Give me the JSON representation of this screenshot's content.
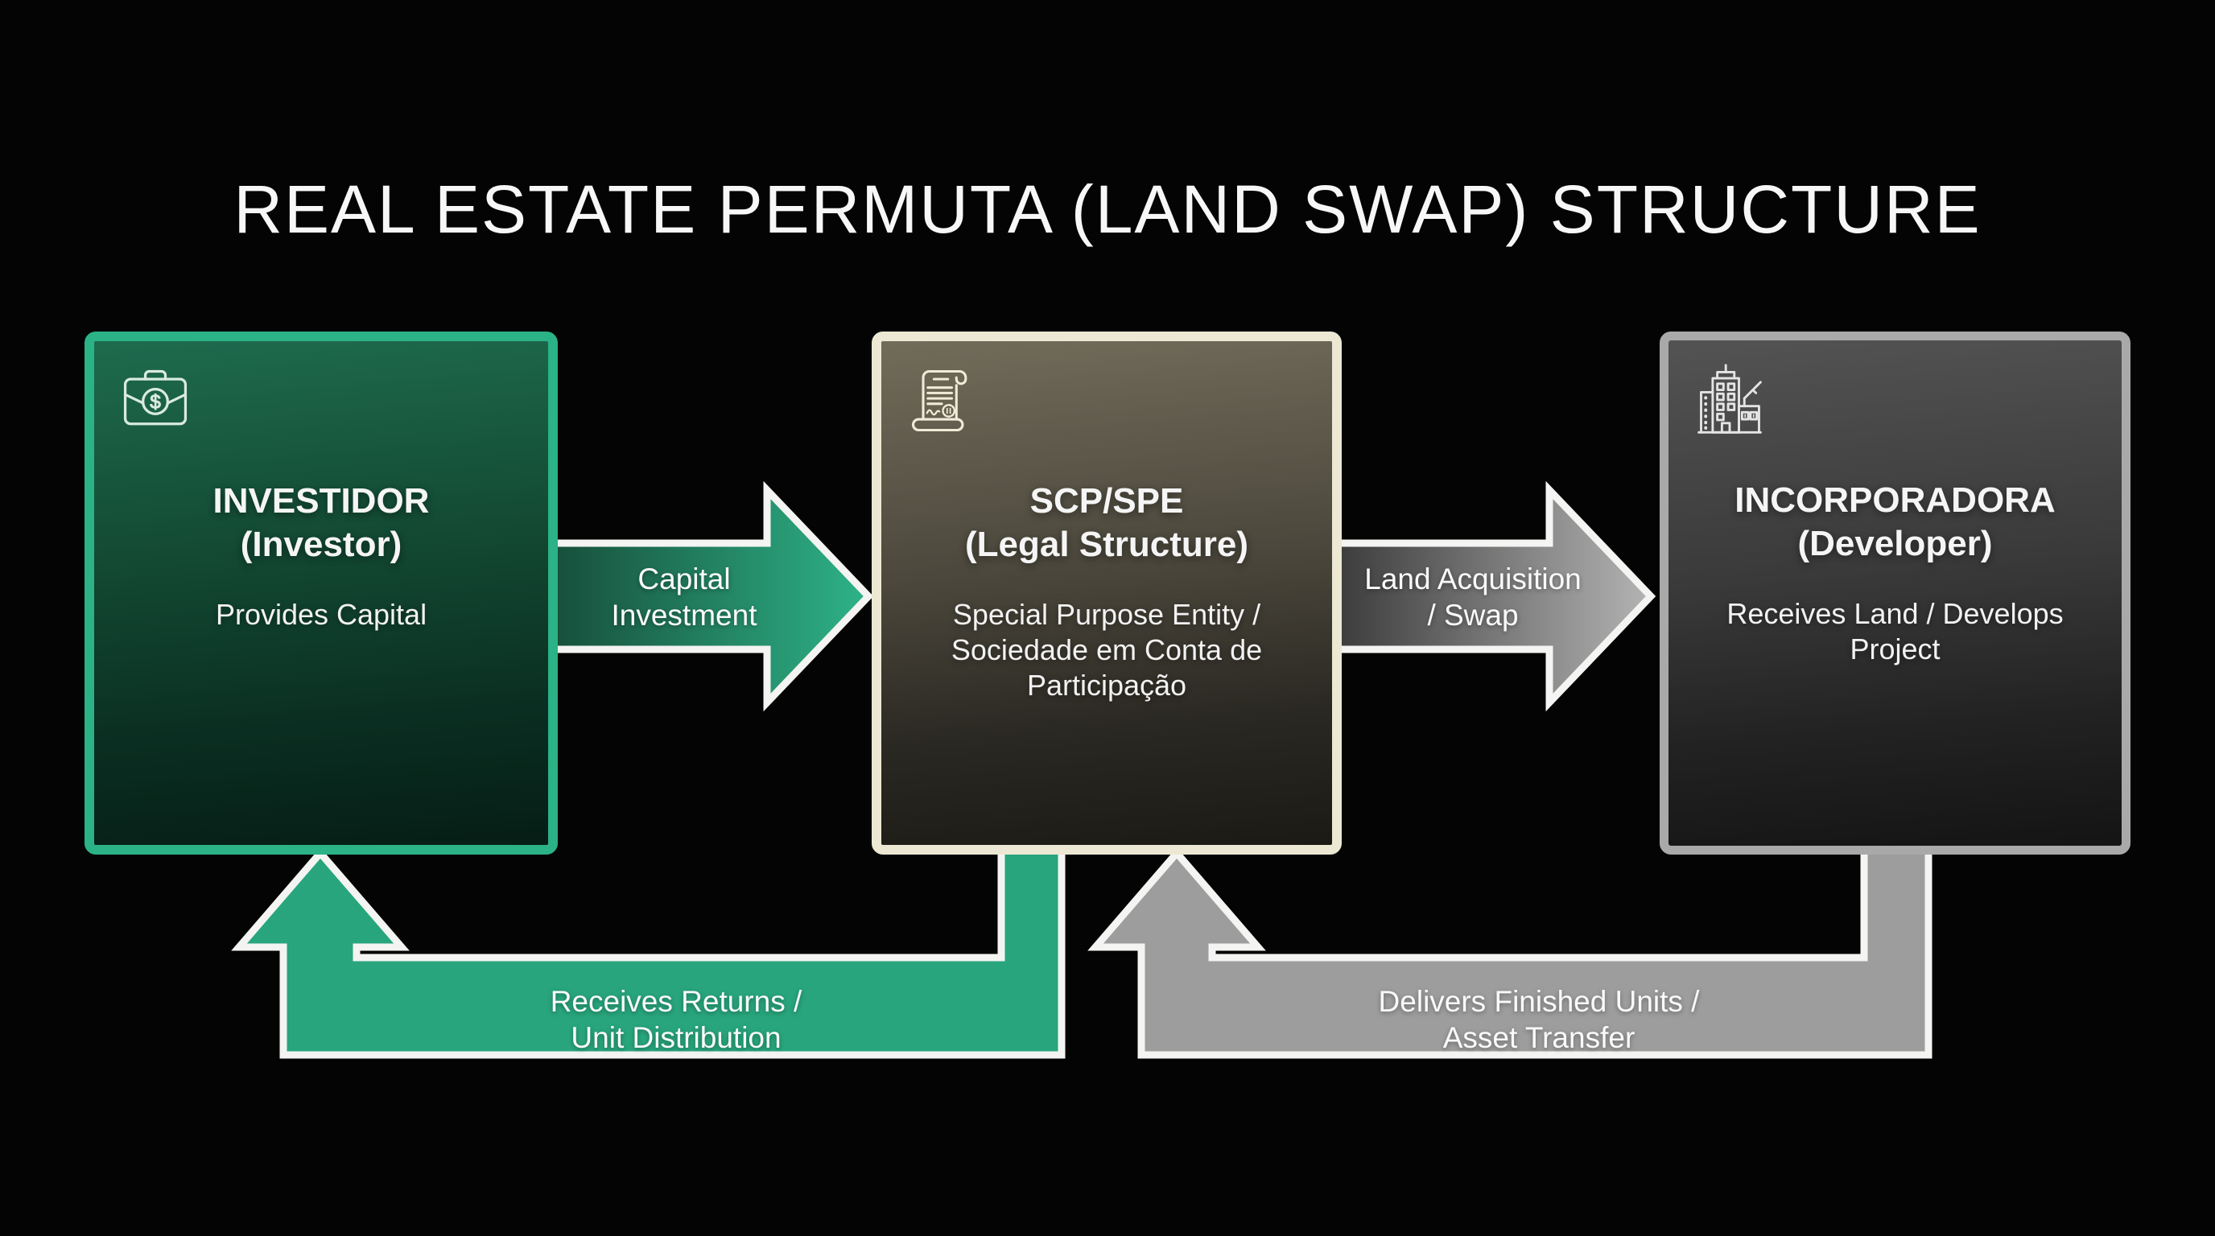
{
  "title": "REAL ESTATE PERMUTA (LAND SWAP) STRUCTURE",
  "colors": {
    "background": "#040404",
    "emerald_accent": "#2bb286",
    "emerald_arrow_solid": "#28a57c",
    "emerald_arrow_gradient_start": "#174f3b",
    "emerald_arrow_gradient_end": "#2eb388",
    "cream_accent": "#ece8d3",
    "gray_accent": "#a9a9a9",
    "gray_arrow_solid": "#9d9d9d",
    "gray_arrow_gradient_start": "#3c3c3c",
    "gray_arrow_gradient_end": "#b4b4b4",
    "arrow_outline": "#f4f4f2",
    "text": "#f7f7f7"
  },
  "nodes": {
    "investor": {
      "title": "INVESTIDOR",
      "subtitle": "(Investor)",
      "description": "Provides Capital",
      "icon": "briefcase-dollar-icon",
      "accent": "#2bb286"
    },
    "spe": {
      "title": "SCP/SPE",
      "subtitle": "(Legal Structure)",
      "description": "Special Purpose Entity / Sociedade em Conta de Participação",
      "icon": "contract-scroll-icon",
      "accent": "#ece8d3"
    },
    "developer": {
      "title": "INCORPORADORA",
      "subtitle": "(Developer)",
      "description": "Receives Land / Develops Project",
      "icon": "city-buildings-icon",
      "accent": "#a9a9a9"
    }
  },
  "flows": {
    "capital_investment": {
      "line1": "Capital",
      "line2": "Investment",
      "from": "investor",
      "to": "spe"
    },
    "land_acquisition": {
      "line1": "Land Acquisition",
      "line2": "/ Swap",
      "from": "spe",
      "to": "developer"
    },
    "returns": {
      "line1": "Receives Returns /",
      "line2": "Unit Distribution",
      "from": "spe",
      "to": "investor"
    },
    "delivery": {
      "line1": "Delivers Finished Units /",
      "line2": "Asset Transfer",
      "from": "developer",
      "to": "spe"
    }
  }
}
